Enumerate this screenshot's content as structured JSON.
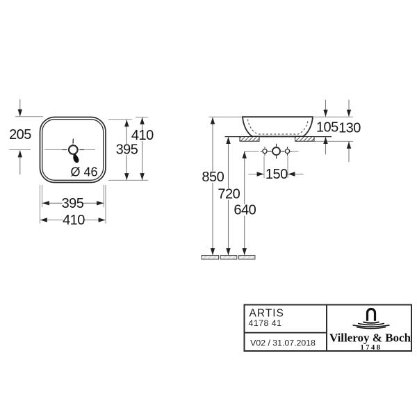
{
  "drawing": {
    "top_view": {
      "dim_top_edge_to_drain": "205",
      "dim_outer_height": "410",
      "dim_inner_height": "395",
      "dim_inner_width": "395",
      "dim_outer_width": "410",
      "drain_diameter": "Ø 46"
    },
    "side_view": {
      "dim_bowl_above_counter": "105",
      "dim_bowl_total_height": "130",
      "dim_fixing_hole_spacing": "150",
      "dim_rim_height_from_floor": "850",
      "dim_counter_height_from_floor": "720",
      "dim_holes_height_from_floor": "640"
    },
    "title_block": {
      "product_name": "ARTIS",
      "product_number": "4178 41",
      "revision": "V02 / 31.07.2018",
      "brand": "Villeroy & Boch",
      "brand_year": "1748"
    },
    "colors": {
      "object_line": "#2b2b2b",
      "dimension_line": "#7c7c7c",
      "text": "#161616",
      "background": "#ffffff"
    }
  }
}
